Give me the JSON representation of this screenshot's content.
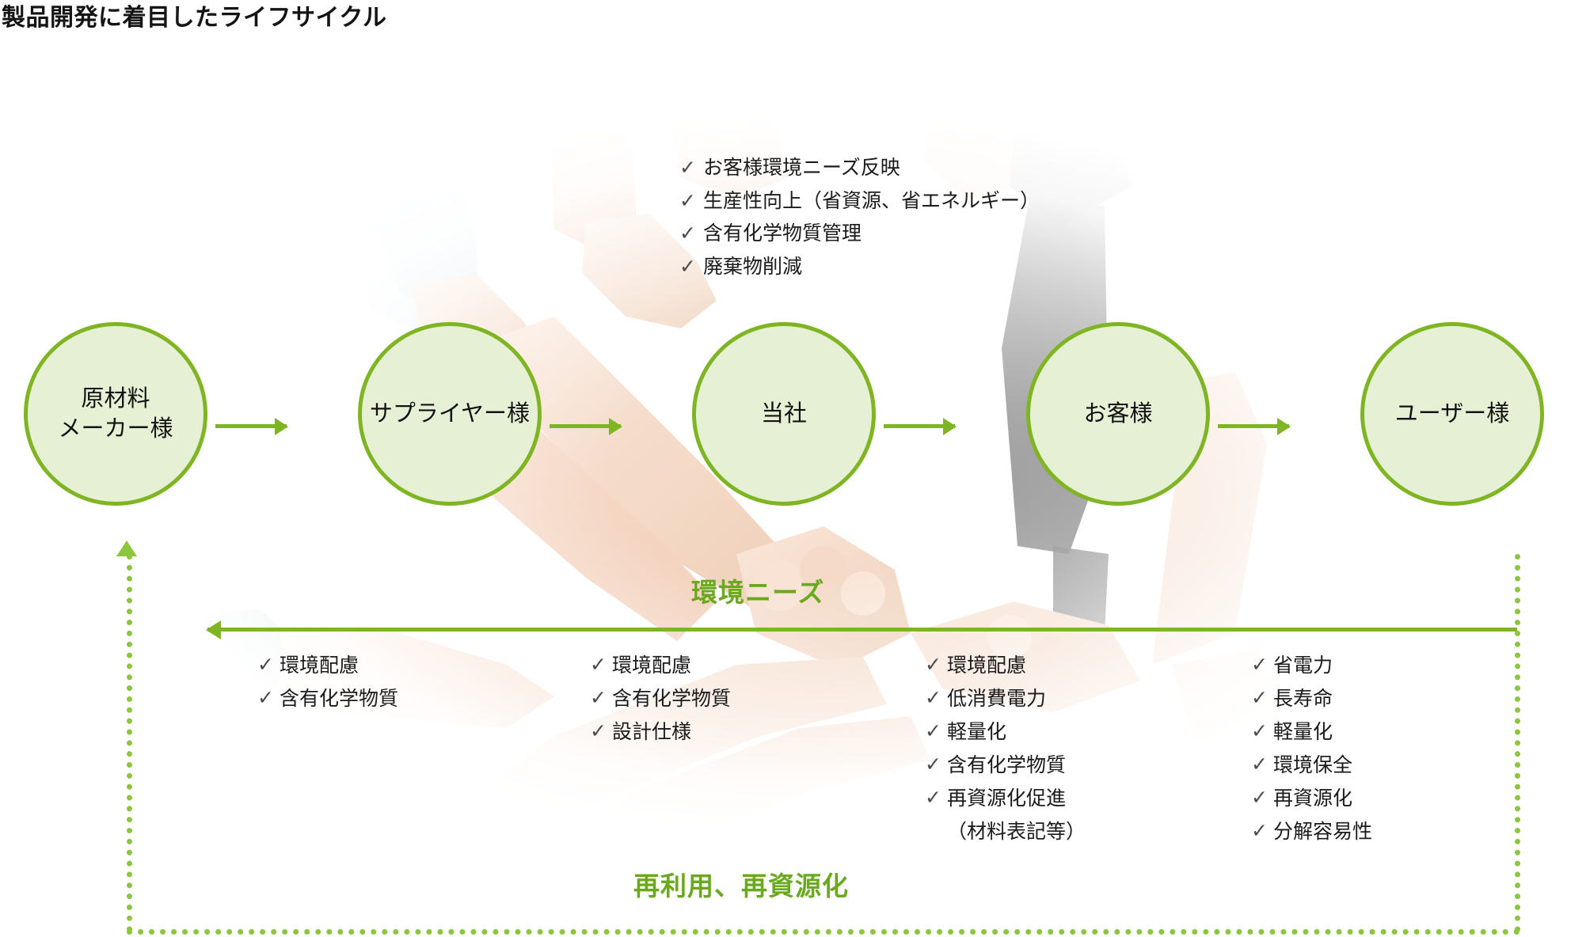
{
  "title": "製品開発に着目したライフサイクル",
  "colors": {
    "node_fill": "#e6f0d4",
    "node_border": "#7fb523",
    "arrow": "#7fb523",
    "heading_green": "#6aa91e",
    "dotted": "#8cc63f",
    "text": "#1b1b1b"
  },
  "flow": {
    "nodes": [
      {
        "id": "raw-material-maker",
        "label": "原材料\nメーカー様"
      },
      {
        "id": "supplier",
        "label": "サプライヤー様"
      },
      {
        "id": "our-company",
        "label": "当社"
      },
      {
        "id": "customer",
        "label": "お客様"
      },
      {
        "id": "end-user",
        "label": "ユーザー様"
      }
    ]
  },
  "top_list": {
    "tick": "✓",
    "items": [
      "お客様環境ニーズ反映",
      "生産性向上（省資源、省エネルギー）",
      "含有化学物質管理",
      "廃棄物削減"
    ]
  },
  "needs_heading": "環境ニーズ",
  "recycle_heading": "再利用、再資源化",
  "bottom_lists": [
    {
      "id": "raw-material-maker",
      "tick": "✓",
      "items": [
        "環境配慮",
        "含有化学物質"
      ]
    },
    {
      "id": "supplier",
      "tick": "✓",
      "items": [
        "環境配慮",
        "含有化学物質",
        "設計仕様"
      ]
    },
    {
      "id": "our-company",
      "tick": "✓",
      "items": [
        "環境配慮",
        "低消費電力",
        "軽量化",
        "含有化学物質",
        "再資源化促進"
      ],
      "note": "（材料表記等）"
    },
    {
      "id": "customer",
      "tick": "✓",
      "items": [
        "省電力",
        "長寿命",
        "軽量化",
        "環境保全",
        "再資源化",
        "分解容易性"
      ]
    }
  ]
}
